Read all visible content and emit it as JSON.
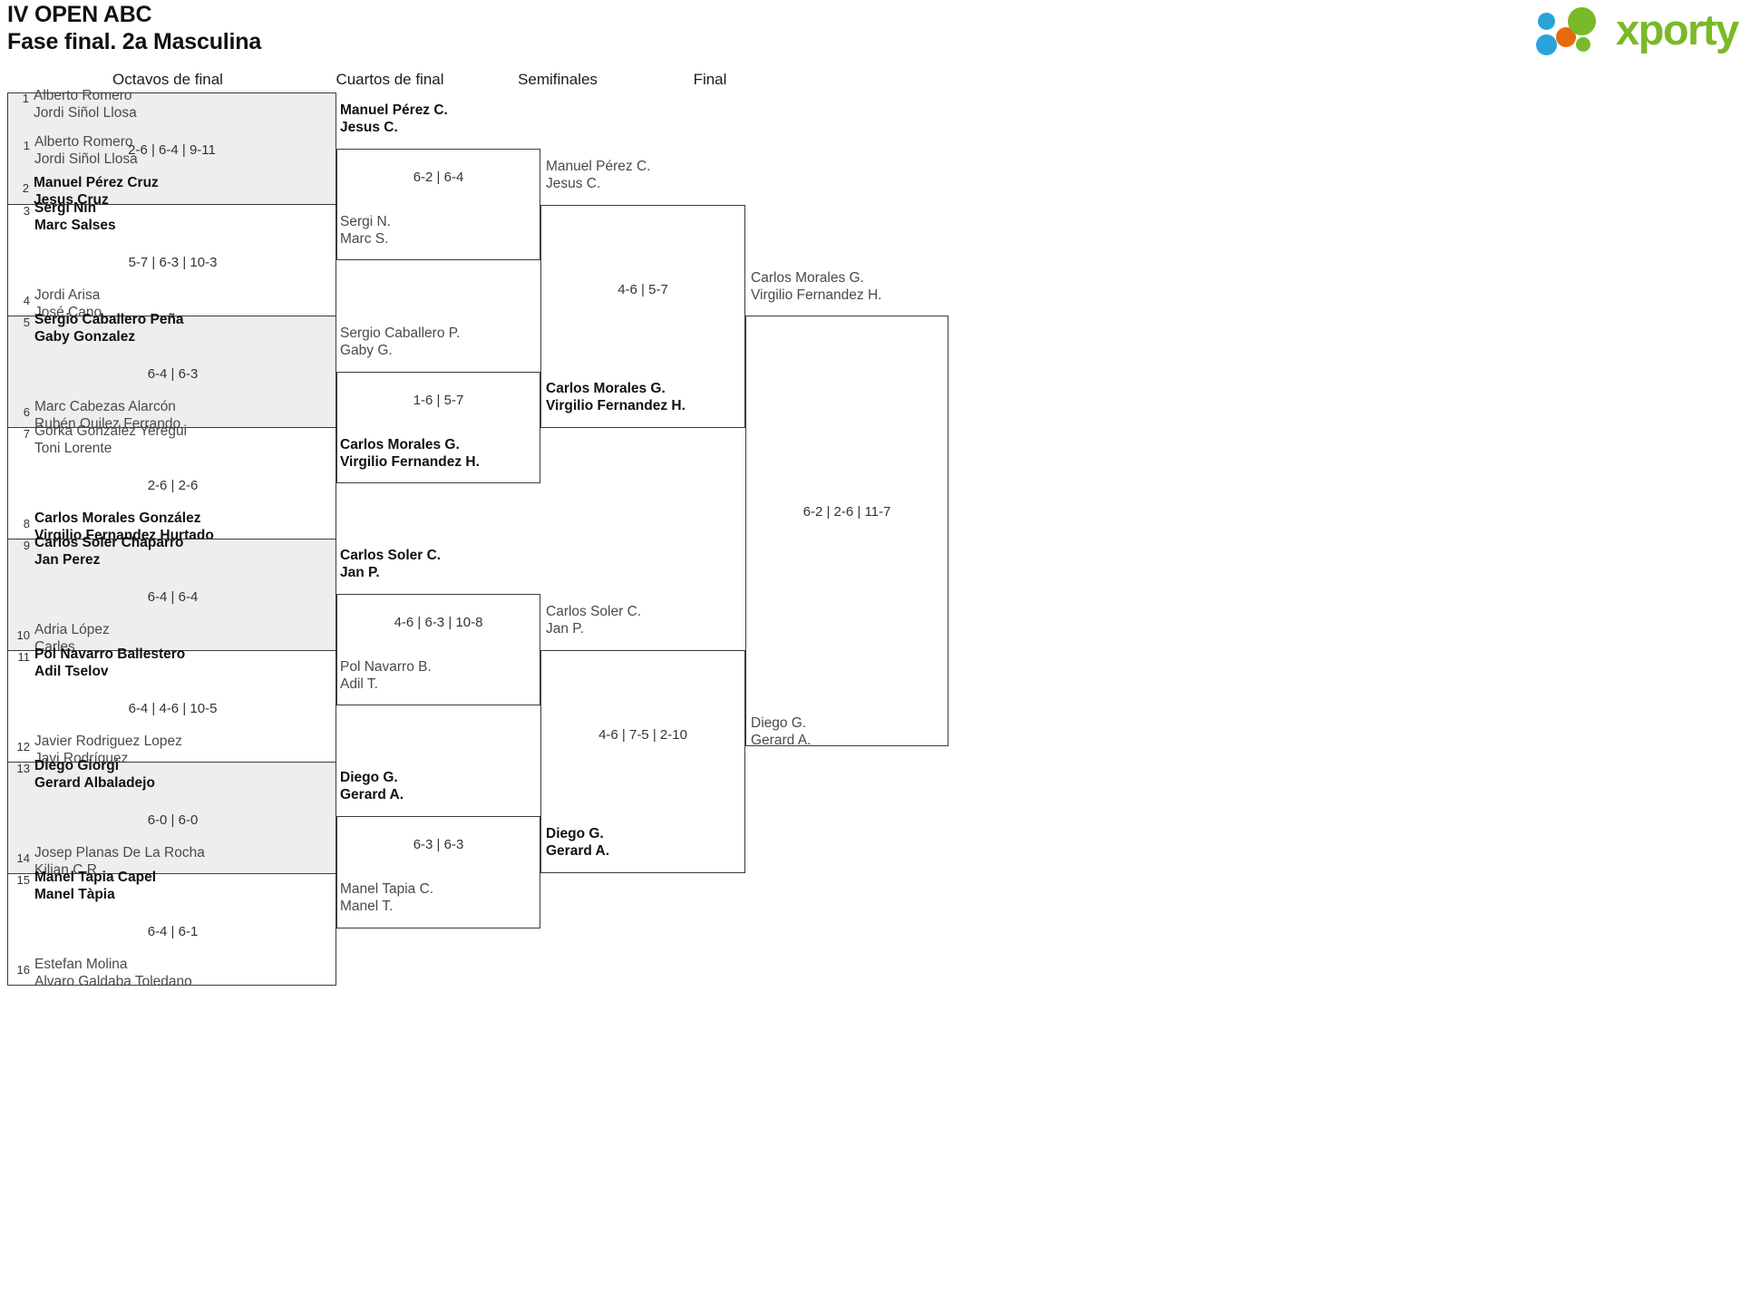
{
  "header": {
    "title": "IV OPEN ABC",
    "subtitle": "Fase final. 2a Masculina",
    "logo_text": "xporty",
    "logo_colors": {
      "blue": "#29A3DC",
      "orange": "#E8690B",
      "green": "#7AB929"
    }
  },
  "rounds": [
    {
      "label": "Octavos de final"
    },
    {
      "label": "Cuartos de final"
    },
    {
      "label": "Semifinales"
    },
    {
      "label": "Final"
    }
  ],
  "round1": {
    "matches": [
      {
        "score": "2-6 | 6-4 | 9-11",
        "top": {
          "seed": "1",
          "p1": "Alberto Romero",
          "p2": "Jordi Siñol Llosa",
          "winner": false
        },
        "bottom": {
          "seed": "2",
          "p1": "Manuel Pérez Cruz",
          "p2": "Jesus Cruz",
          "winner": true
        }
      },
      {
        "score": "5-7 | 6-3 | 10-3",
        "top": {
          "seed": "3",
          "p1": "Sergi Nin",
          "p2": "Marc Salses",
          "winner": true
        },
        "bottom": {
          "seed": "4",
          "p1": "Jordi Arisa",
          "p2": "José Cano",
          "winner": false
        }
      },
      {
        "score": "6-4 | 6-3",
        "top": {
          "seed": "5",
          "p1": "Sergio Caballero Peña",
          "p2": "Gaby Gonzalez",
          "winner": true
        },
        "bottom": {
          "seed": "6",
          "p1": "Marc Cabezas Alarcón",
          "p2": "Rubén Quilez Ferrando",
          "winner": false
        }
      },
      {
        "score": "2-6 | 2-6",
        "top": {
          "seed": "7",
          "p1": "Gorka Gonzalez Yeregui",
          "p2": "Toni Lorente",
          "winner": false
        },
        "bottom": {
          "seed": "8",
          "p1": "Carlos Morales González",
          "p2": "Virgilio Fernandez Hurtado",
          "winner": true
        }
      },
      {
        "score": "6-4 | 6-4",
        "top": {
          "seed": "9",
          "p1": "Carlos Soler Chaparro",
          "p2": "Jan Perez",
          "winner": true
        },
        "bottom": {
          "seed": "10",
          "p1": "Adria López",
          "p2": "Carles",
          "winner": false
        }
      },
      {
        "score": "6-4 | 4-6 | 10-5",
        "top": {
          "seed": "11",
          "p1": "Pol Navarro Ballestero",
          "p2": "Adil Tselov",
          "winner": true
        },
        "bottom": {
          "seed": "12",
          "p1": "Javier Rodriguez Lopez",
          "p2": "Javi Rodríguez",
          "winner": false
        }
      },
      {
        "score": "6-0 | 6-0",
        "top": {
          "seed": "13",
          "p1": "Diego Giorgi",
          "p2": "Gerard Albaladejo",
          "winner": true
        },
        "bottom": {
          "seed": "14",
          "p1": "Josep Planas De La Rocha",
          "p2": "Kilian C R",
          "winner": false
        }
      },
      {
        "score": "6-4 | 6-1",
        "top": {
          "seed": "15",
          "p1": "Manel Tapia Capel",
          "p2": "Manel Tàpia",
          "winner": true
        },
        "bottom": {
          "seed": "16",
          "p1": "Estefan Molina",
          "p2": "Alvaro Galdaba Toledano",
          "winner": false
        }
      }
    ]
  },
  "round2": {
    "matches": [
      {
        "score": "6-2 | 6-4",
        "top": {
          "p1": "Manuel Pérez C.",
          "p2": "Jesus C.",
          "winner": true
        },
        "bottom": {
          "p1": "Sergi N.",
          "p2": "Marc S.",
          "winner": false
        }
      },
      {
        "score": "1-6 | 5-7",
        "top": {
          "p1": "Sergio Caballero P.",
          "p2": "Gaby G.",
          "winner": false
        },
        "bottom": {
          "p1": "Carlos Morales G.",
          "p2": "Virgilio Fernandez H.",
          "winner": true
        }
      },
      {
        "score": "4-6 | 6-3 | 10-8",
        "top": {
          "p1": "Carlos Soler C.",
          "p2": "Jan P.",
          "winner": true
        },
        "bottom": {
          "p1": "Pol Navarro B.",
          "p2": "Adil T.",
          "winner": false
        }
      },
      {
        "score": "6-3 | 6-3",
        "top": {
          "p1": "Diego G.",
          "p2": "Gerard A.",
          "winner": true
        },
        "bottom": {
          "p1": "Manel Tapia C.",
          "p2": "Manel T.",
          "winner": false
        }
      }
    ]
  },
  "round3": {
    "matches": [
      {
        "score": "4-6 | 5-7",
        "top": {
          "p1": "Manuel Pérez C.",
          "p2": "Jesus C.",
          "winner": false
        },
        "bottom": {
          "p1": "Carlos Morales G.",
          "p2": "Virgilio Fernandez H.",
          "winner": true
        }
      },
      {
        "score": "4-6 | 7-5 | 2-10",
        "top": {
          "p1": "Carlos Soler C.",
          "p2": "Jan P.",
          "winner": false
        },
        "bottom": {
          "p1": "Diego G.",
          "p2": "Gerard A.",
          "winner": true
        }
      }
    ]
  },
  "round4": {
    "matches": [
      {
        "score": "6-2 | 2-6 | 11-7",
        "top": {
          "p1": "Carlos Morales G.",
          "p2": "Virgilio Fernandez H.",
          "winner": false
        },
        "bottom": {
          "p1": "Diego G.",
          "p2": "Gerard A.",
          "winner": false
        }
      }
    ]
  }
}
